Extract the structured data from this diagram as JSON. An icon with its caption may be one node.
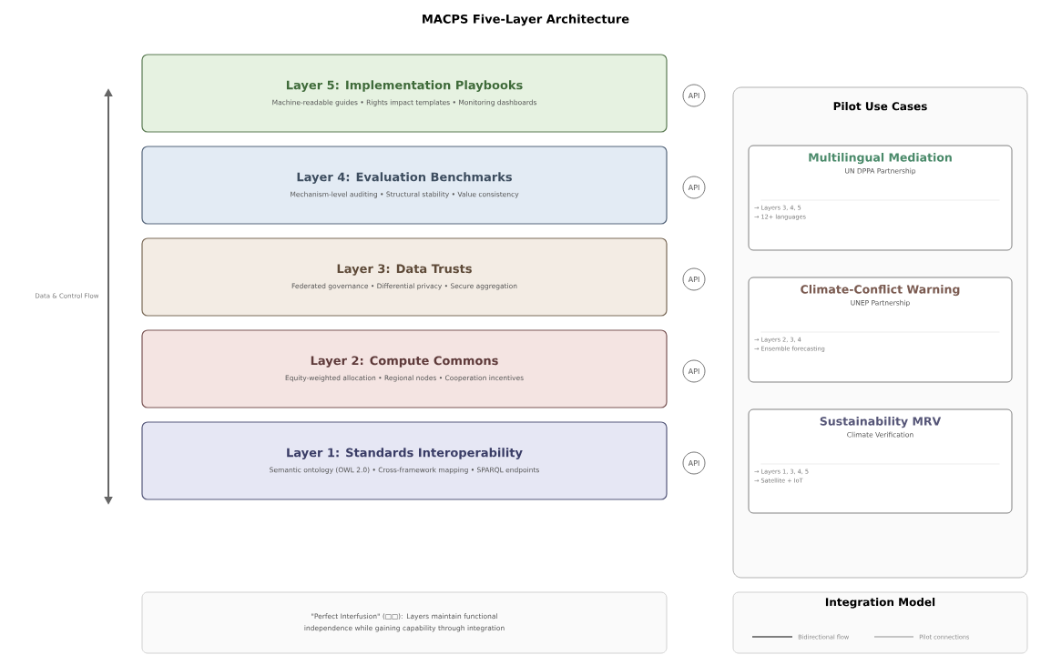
{
  "diagram": {
    "title": "MACPS Five-Layer Architecture",
    "nodes": [
      {
        "text": [
          "Layer 5: Implementation Playbooks",
          "Machine-readable guides • Rights impact templates • Monitoring dashboards"
        ]
      },
      {
        "text": [
          "Layer 4: Evaluation Benchmarks",
          "Mechanism-level auditing • Structural stability • Value consistency"
        ]
      },
      {
        "text": [
          "Layer 3: Data Trusts",
          "Federated governance • Differential privacy • Secure aggregation"
        ]
      },
      {
        "text": [
          "Layer 2: Compute Commons",
          "Equity-weighted allocation • Regional nodes • Cooperation incentives"
        ]
      },
      {
        "text": [
          "Layer 1: Standards Interoperability",
          "Semantic ontology (OWL 2.0) • Cross-framework mapping • SPARQL endpoints"
        ]
      },
      {
        "text": [
          "API"
        ]
      },
      {
        "text": [
          "API"
        ]
      },
      {
        "text": [
          "API"
        ]
      },
      {
        "text": [
          "API"
        ]
      },
      {
        "text": [
          "API"
        ]
      },
      {
        "text": [
          "Pilot Use Cases"
        ]
      },
      {
        "text": [
          "Multilingual Mediation",
          "UN DPPA Partnership",
          "→ Layers 3, 4, 5",
          "→ 12+ languages"
        ],
        "in": 10
      },
      {
        "text": [
          "Climate-Conflict Warning",
          "UNEP Partnership",
          "→ Layers 2, 3, 4",
          "→ Ensemble forecasting"
        ],
        "in": 10
      },
      {
        "text": [
          "Sustainability MRV",
          "Climate Verification",
          "→ Layers 1, 3, 4, 5",
          "→ Satellite + IoT"
        ],
        "in": 10
      },
      {
        "text": [
          "\"Perfect Interfusion\" (□□): Layers maintain functional independence while gaining capability through integration"
        ]
      },
      {
        "text": [
          "Integration Model"
        ]
      }
    ],
    "labels": [
      "Data & Control Flow"
    ],
    "legend": [
      {
        "text": "Bidirectional flow"
      },
      {
        "text": "Pilot connections"
      }
    ]
  }
}
